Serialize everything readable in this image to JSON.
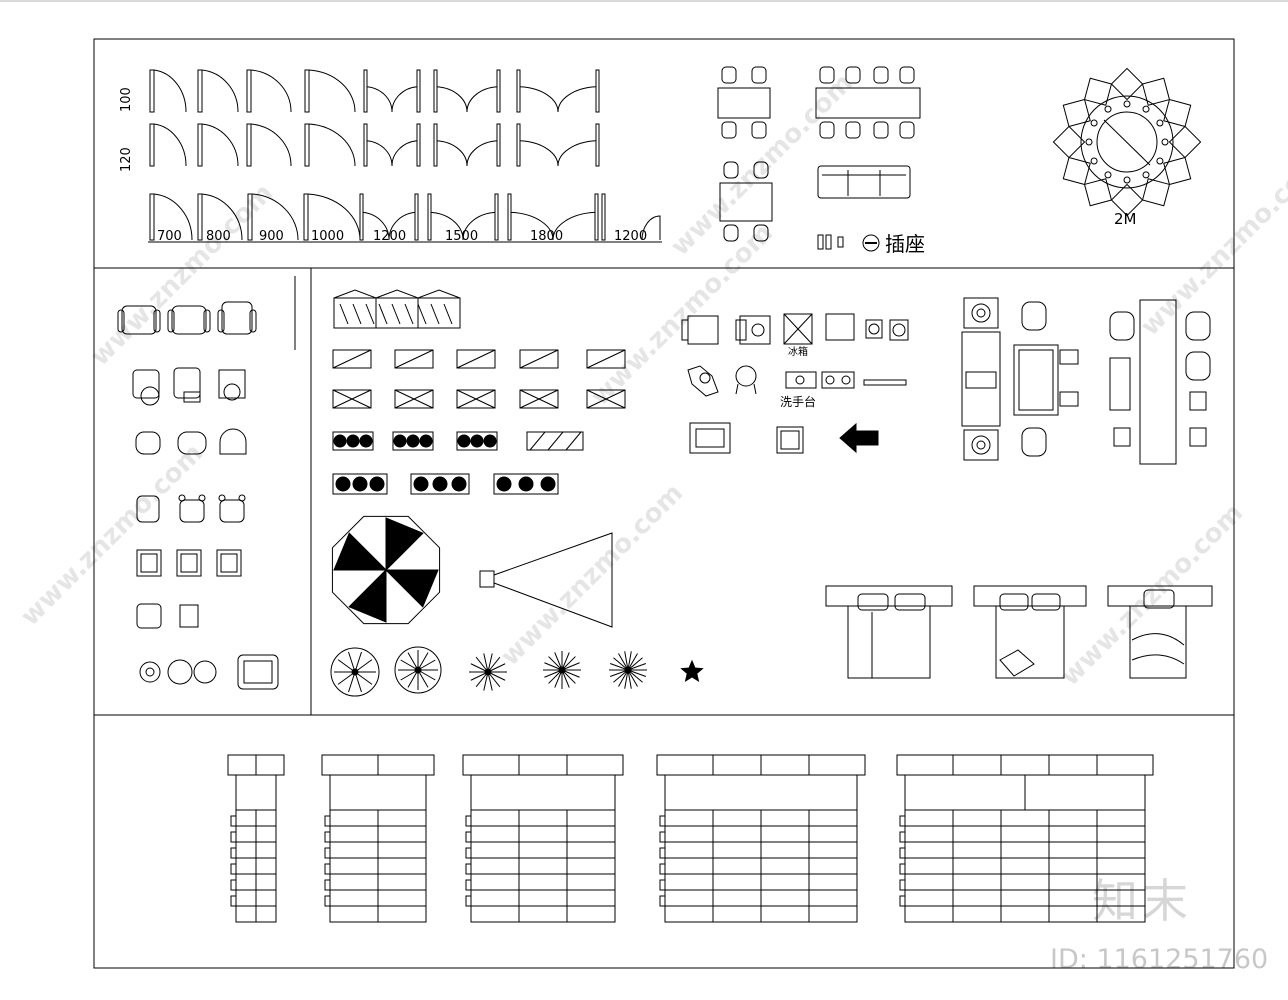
{
  "door_rows": [
    {
      "label": "100"
    },
    {
      "label": "120"
    }
  ],
  "door_widths": [
    "700",
    "800",
    "900",
    "1000",
    "1200",
    "1500",
    "1800",
    "1200"
  ],
  "round_table_label": "2M",
  "socket_label": "插座",
  "appliance_labels": {
    "fridge": "冰箱",
    "wash_basin": "洗手台"
  },
  "watermark_text": "www.znzmo.com",
  "logo_text": "知末",
  "image_id": "ID: 1161251760"
}
